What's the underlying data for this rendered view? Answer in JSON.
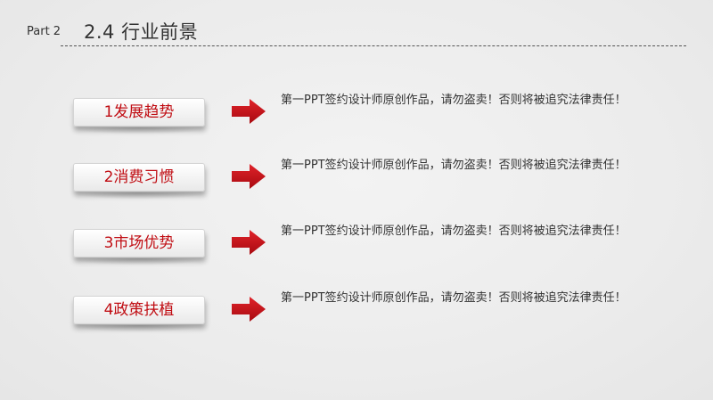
{
  "header": {
    "part_label": "Part 2",
    "title": "2.4 行业前景"
  },
  "colors": {
    "accent": "#c00d13",
    "text": "#333333",
    "background": "#eeeeee"
  },
  "items": [
    {
      "label": "1发展趋势",
      "description": "第一PPT签约设计师原创作品，请勿盗卖！否则将被追究法律责任！",
      "icon": "right-arrow-icon"
    },
    {
      "label": "2消费习惯",
      "description": "第一PPT签约设计师原创作品，请勿盗卖！否则将被追究法律责任！",
      "icon": "right-arrow-icon"
    },
    {
      "label": "3市场优势",
      "description": "第一PPT签约设计师原创作品，请勿盗卖！否则将被追究法律责任！",
      "icon": "right-arrow-icon"
    },
    {
      "label": "4政策扶植",
      "description": "第一PPT签约设计师原创作品，请勿盗卖！否则将被追究法律责任！",
      "icon": "right-arrow-icon"
    }
  ]
}
